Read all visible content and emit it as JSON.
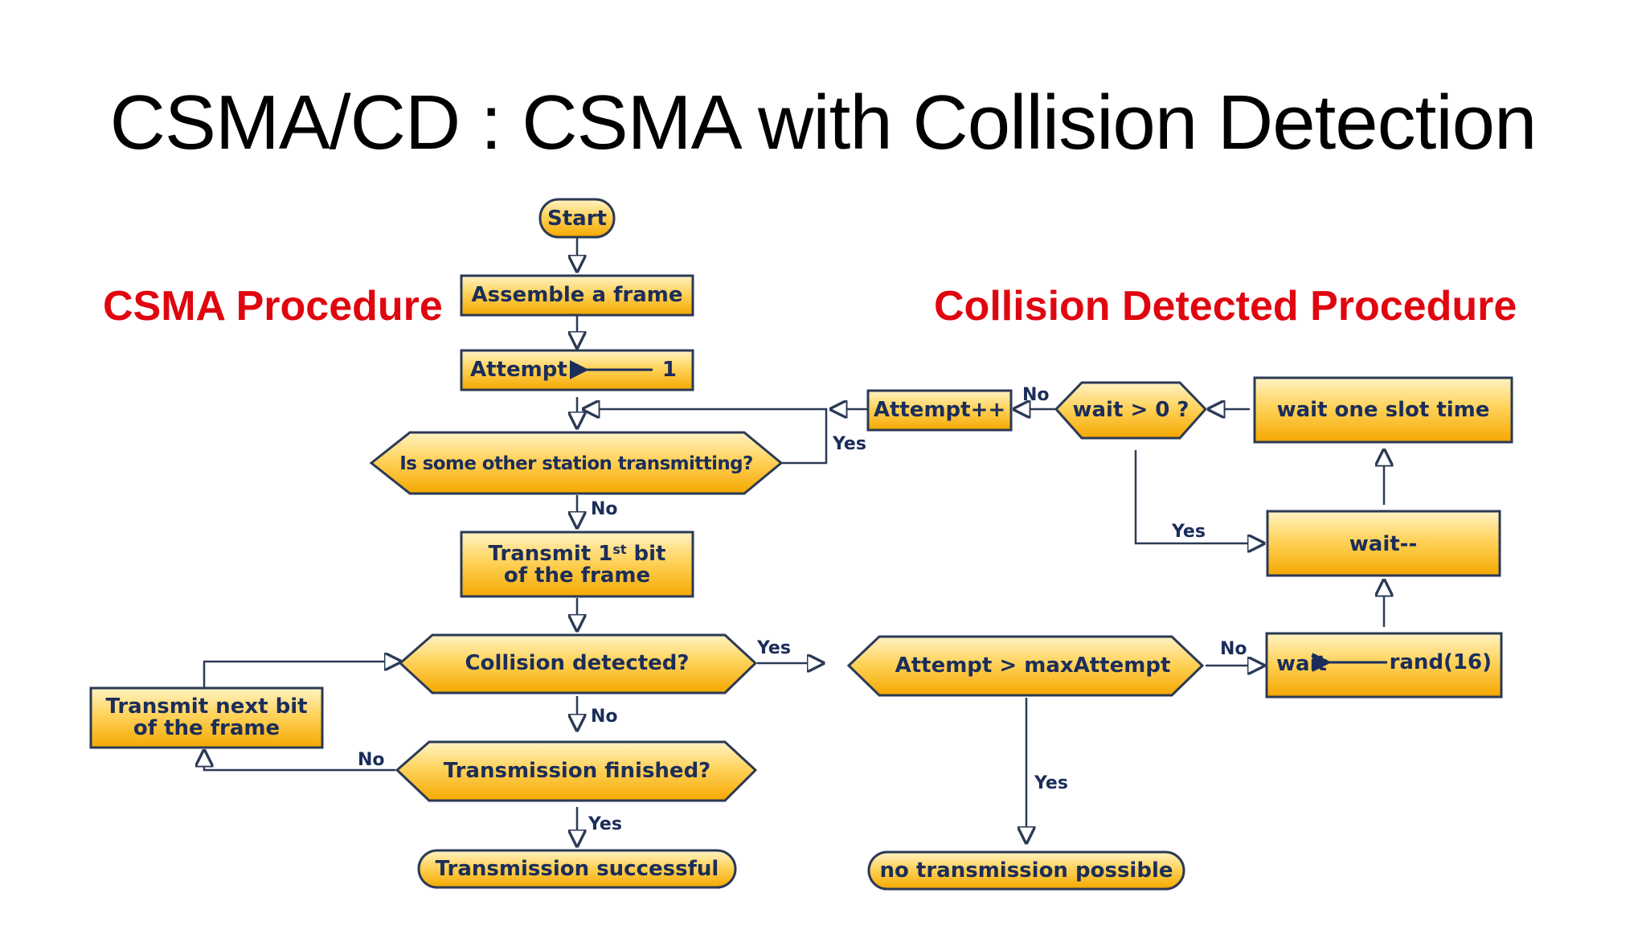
{
  "slide": {
    "title": "CSMA/CD : CSMA with Collision Detection",
    "left_section": "CSMA Procedure",
    "right_section": "Collision Detected Procedure"
  },
  "colors": {
    "node_fill_top": "#fff3c4",
    "node_fill_bottom": "#f5a800",
    "node_border": "#2b3a55",
    "node_text": "#1b2d5a",
    "section_label": "#e0060f"
  },
  "nodes": {
    "start": "Start",
    "assemble": "Assemble a frame",
    "attempt_init": {
      "left": "Attempt",
      "right": "1"
    },
    "is_other_tx": "Is some other station transmitting?",
    "transmit_first": {
      "line1a": "Transmit 1",
      "sup": "st",
      "line1b": " bit",
      "line2": "of the frame"
    },
    "collision": "Collision detected?",
    "tx_next": {
      "line1": "Transmit next bit",
      "line2": "of the frame"
    },
    "tx_finished": "Transmission finished?",
    "tx_success": "Transmission successful",
    "attempt_inc": "Attempt++",
    "wait_gt0": "wait > 0 ?",
    "wait_slot": "wait one slot time",
    "wait_dec": "wait--",
    "attempt_gt_max": "Attempt > maxAttempt",
    "wait_rand": {
      "left": "wait",
      "right": "rand(16)"
    },
    "no_tx": "no transmission possible"
  },
  "edge_labels": {
    "yes": "Yes",
    "no": "No"
  }
}
